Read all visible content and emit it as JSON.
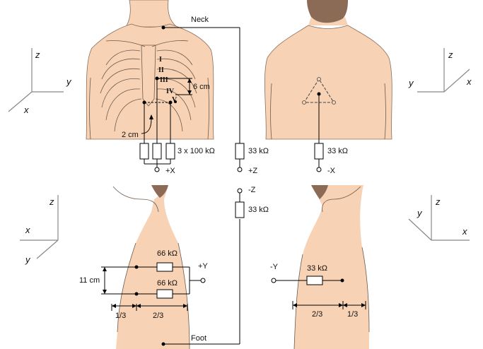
{
  "labels": {
    "neck": "Neck",
    "foot": "Foot",
    "six_cm": "6 cm",
    "two_cm": "2 cm",
    "eleven_cm": "11 cm",
    "res_3x100k": "3 x 100 kΩ",
    "res_33k_z": "33 kΩ",
    "res_33k_x": "33 kΩ",
    "res_33k_negz": "33 kΩ",
    "res_66k_top": "66 kΩ",
    "res_66k_bottom": "66 kΩ",
    "res_33k_y": "33 kΩ",
    "term_pos_x": "+X",
    "term_pos_z": "+Z",
    "term_neg_x": "-X",
    "term_neg_z": "-Z",
    "term_pos_y": "+Y",
    "term_neg_y": "-Y",
    "frac_left_13": "1/3",
    "frac_left_23": "2/3",
    "frac_right_23": "2/3",
    "frac_right_13": "1/3"
  },
  "chest_positions": [
    "I",
    "II",
    "III",
    "IV",
    "V"
  ],
  "axes": {
    "top_left": {
      "z": "z",
      "y": "y",
      "x": "x"
    },
    "top_right": {
      "z": "z",
      "y": "y",
      "x": "x"
    },
    "bottom_left": {
      "z": "z",
      "x": "x",
      "y": "y"
    },
    "bottom_right": {
      "z": "z",
      "y": "y",
      "x": "x"
    }
  },
  "colors": {
    "skin": "#f8d2b4",
    "hair": "#8b6b55",
    "axis": "#888888",
    "wire": "#000000"
  }
}
